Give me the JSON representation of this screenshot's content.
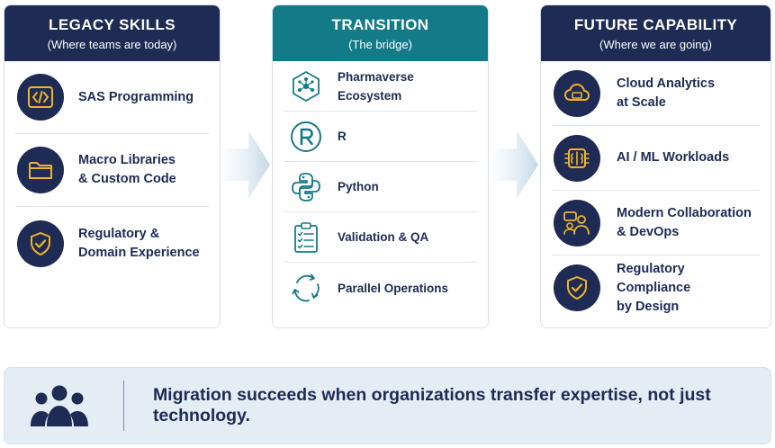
{
  "columns": {
    "legacy": {
      "title": "LEGACY SKILLS",
      "subtitle": "(Where teams are today)",
      "items": [
        {
          "label": "SAS Programming",
          "icon": "code-icon"
        },
        {
          "label": "Macro Libraries\n& Custom Code",
          "icon": "folder-icon"
        },
        {
          "label": "Regulatory &\nDomain Experience",
          "icon": "shield-check-icon"
        }
      ]
    },
    "transition": {
      "title": "TRANSITION",
      "subtitle": "(The bridge)",
      "items": [
        {
          "label": "Pharmaverse Ecosystem",
          "icon": "hexagon-network-icon"
        },
        {
          "label": "R",
          "icon": "r-logo-icon"
        },
        {
          "label": "Python",
          "icon": "python-logo-icon"
        },
        {
          "label": "Validation & QA",
          "icon": "checklist-icon"
        },
        {
          "label": "Parallel Operations",
          "icon": "cycle-arrows-icon"
        }
      ]
    },
    "future": {
      "title": "FUTURE CAPABILITY",
      "subtitle": "(Where we are going)",
      "items": [
        {
          "label": "Cloud Analytics\nat Scale",
          "icon": "cloud-icon"
        },
        {
          "label": "AI / ML Workloads",
          "icon": "brain-chip-icon"
        },
        {
          "label": "Modern Collaboration\n& DevOps",
          "icon": "team-collaboration-icon"
        },
        {
          "label": "Regulatory Compliance\nby Design",
          "icon": "shield-check-icon"
        }
      ]
    }
  },
  "banner": {
    "text": "Migration succeeds when organizations transfer expertise, not just technology.",
    "icon": "people-group-icon"
  },
  "colors": {
    "navy": "#1d2b55",
    "teal": "#137a88",
    "gold": "#f0b429",
    "banner_bg": "#e4edf4"
  }
}
